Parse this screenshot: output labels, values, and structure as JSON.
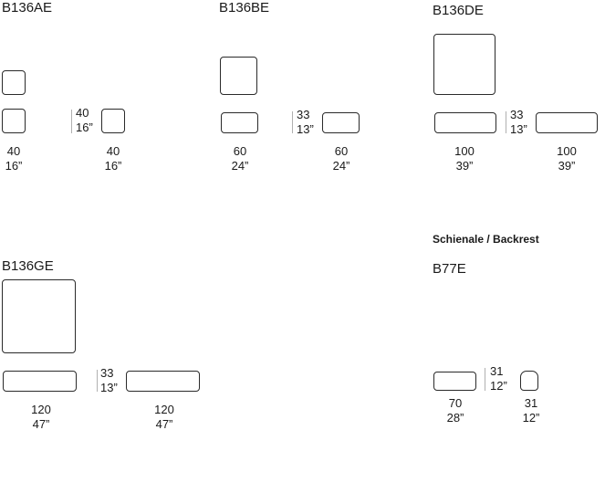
{
  "models": [
    {
      "code": "B136AE",
      "front": {
        "cm": "40",
        "in": "16”"
      },
      "height": {
        "cm": "40",
        "in": "16”"
      },
      "side": {
        "cm": "40",
        "in": "16”"
      }
    },
    {
      "code": "B136BE",
      "front": {
        "cm": "60",
        "in": "24”"
      },
      "height": {
        "cm": "33",
        "in": "13”"
      },
      "side": {
        "cm": "60",
        "in": "24”"
      }
    },
    {
      "code": "B136DE",
      "front": {
        "cm": "100",
        "in": "39”"
      },
      "height": {
        "cm": "33",
        "in": "13”"
      },
      "side": {
        "cm": "100",
        "in": "39”"
      }
    },
    {
      "code": "B136GE",
      "front": {
        "cm": "120",
        "in": "47”"
      },
      "height": {
        "cm": "33",
        "in": "13”"
      },
      "side": {
        "cm": "120",
        "in": "47”"
      }
    }
  ],
  "backrest": {
    "heading": "Schienale / Backrest",
    "code": "B77E",
    "front": {
      "cm": "70",
      "in": "28”"
    },
    "height": {
      "cm": "31",
      "in": "12”"
    },
    "side": {
      "cm": "31",
      "in": "12”"
    }
  }
}
